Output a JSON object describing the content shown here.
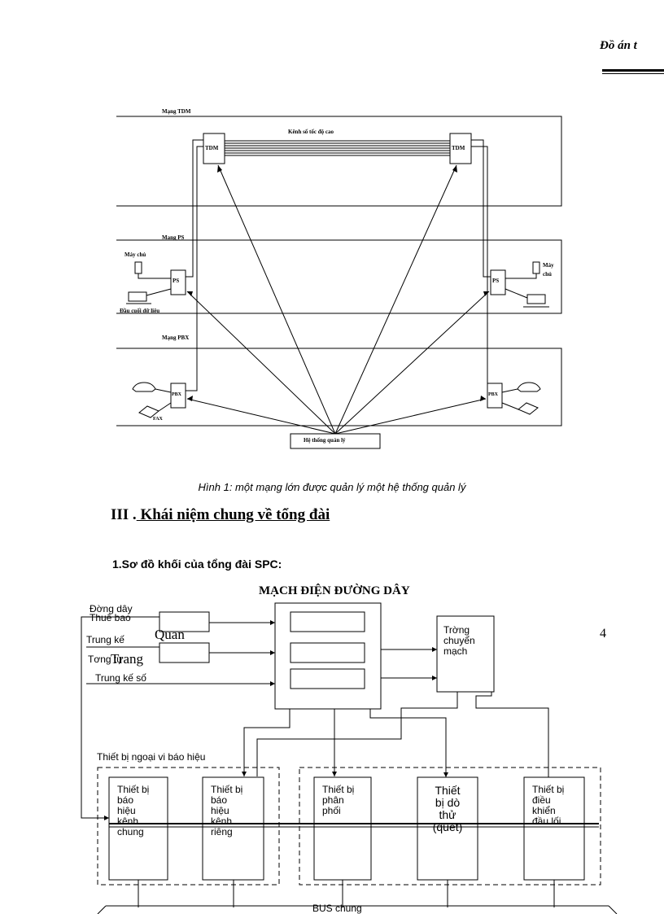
{
  "header": {
    "title": "Đồ án t"
  },
  "figure1": {
    "network_tdm": "Mạng TDM",
    "high_speed_channel": "Kênh số tốc độ cao",
    "tdm_left": "TDM",
    "tdm_right": "TDM",
    "network_ps": "Mạng PS",
    "host_left": "Máy chủ",
    "host_right_1": "Máy",
    "host_right_2": "chủ",
    "ps_left": "PS",
    "ps_right": "PS",
    "data_terminal": "Đầu cuối dữ liệu",
    "network_pbx": "Mạng PBX",
    "pbx_left": "PBX",
    "pbx_right": "PBX",
    "fax": "FAX",
    "management_system": "Hệ thống quản lý",
    "caption": "Hình 1: một mạng lớn được quản lý một hệ thống quản lý"
  },
  "section": {
    "number": "III .",
    "title": " Khái niệm chung về tổng đài"
  },
  "subsection": {
    "title": "1.Sơ đồ khối của tổng đài SPC:"
  },
  "figure2": {
    "title": "MẠCH ĐIỆN ĐƯỜNG DÂY",
    "line_subscriber_1": "Đờng   dây",
    "line_subscriber_2": "Thuê bao",
    "analog_trunk_1": "Trung kế",
    "analog_trunk_2": "Tơng   tự",
    "digital_trunk": "Trung kế số",
    "switching_field": [
      "Trờng",
      "chuyển",
      "mạch"
    ],
    "signaling_peripherals": "Thiết bị ngoại vi báo hiệu",
    "common_channel": [
      "Thiết bị",
      "báo",
      "hiệu",
      "kênh",
      "chung"
    ],
    "channel_associated": [
      "Thiết bị",
      "báo",
      "hiệu",
      "kênh",
      "riêng"
    ],
    "distribution": [
      "Thiết bị",
      "phân",
      "phối"
    ],
    "scanner": [
      "Thiết",
      "bị dò",
      "thử",
      "(quét)"
    ],
    "driver": [
      "Thiết bị",
      "điều",
      "khiển",
      "đầu lối"
    ],
    "common_bus": "BUS chung"
  },
  "footer": {
    "left": "Quan",
    "left2": "Trang",
    "page_number": "4"
  }
}
